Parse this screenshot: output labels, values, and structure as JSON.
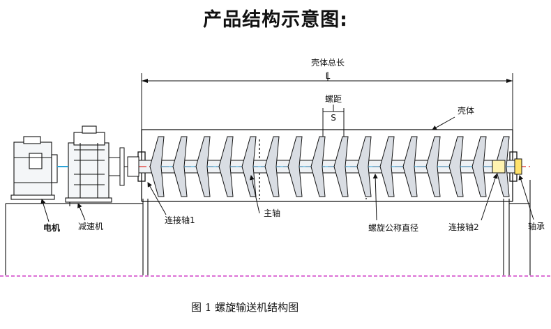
{
  "heading": "产品结构示意图:",
  "labels": {
    "total_length": "壳体总长",
    "length_symbol": "L",
    "pitch": "螺距",
    "pitch_symbol": "S",
    "shell": "壳体",
    "motor": "电机",
    "reducer": "减速机",
    "shaft1": "连接轴1",
    "main_shaft": "主轴",
    "diameter": "螺旋公称直径",
    "shaft2": "连接轴2",
    "bearing": "轴承"
  },
  "caption": "图 1  螺旋输送机结构图",
  "colors": {
    "line": "#111111",
    "centerline": "#e0302a",
    "baseline": "#d040c8",
    "accent_blue": "#2aa3d8",
    "flight_fill": "#d9dde3",
    "bearing_fill": "#ffe26a"
  }
}
